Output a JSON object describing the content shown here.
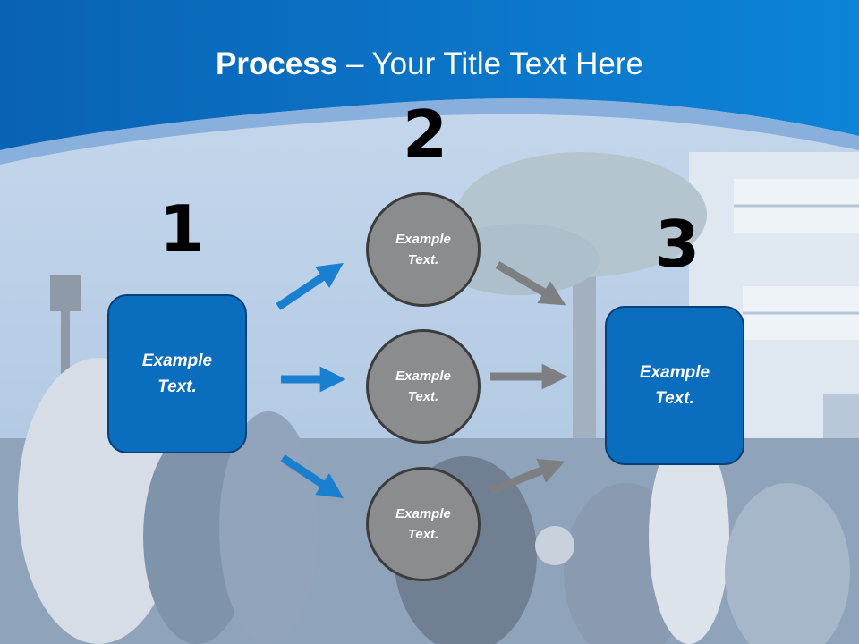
{
  "title": {
    "bold": "Process",
    "rest": " – Your Title Text Here"
  },
  "steps": {
    "one": "1",
    "two": "2",
    "three": "3"
  },
  "nodes": {
    "start_box": "Example\nText.",
    "circle_top": "Example\nText.",
    "circle_middle": "Example\nText.",
    "circle_bottom": "Example\nText.",
    "end_box": "Example\nText."
  },
  "colors": {
    "header_blue": "#0b73c8",
    "box_blue": "#0b6dbd",
    "arrow_blue": "#1b7fd0",
    "circle_gray": "#8b8c8d",
    "arrow_gray": "#7d7f82"
  }
}
